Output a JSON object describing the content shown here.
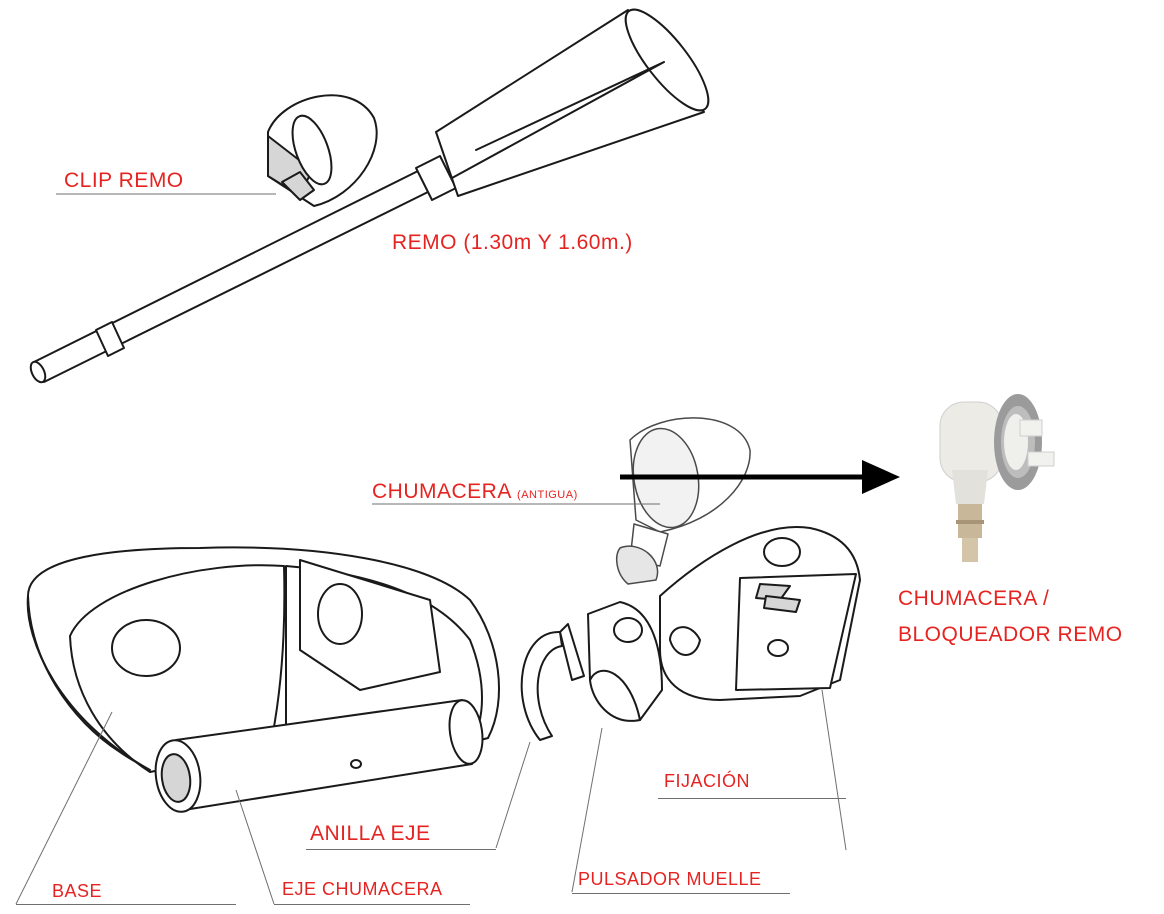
{
  "labels": {
    "clip_remo": "CLIP REMO",
    "remo": "REMO (1.30m Y 1.60m.)",
    "chumacera_antigua": "CHUMACERA",
    "chumacera_antigua_note": "(ANTIGUA)",
    "chumacera_bloqueador_line1": "CHUMACERA /",
    "chumacera_bloqueador_line2": "BLOQUEADOR REMO",
    "fijacion": "FIJACIÓN",
    "anilla_eje": "ANILLA EJE",
    "pulsador_muelle": "PULSADOR MUELLE",
    "base": "BASE",
    "eje_chumacera": "EJE CHUMACERA"
  },
  "colors": {
    "label": "#e52421",
    "line": "#1a1a1a",
    "part_fill": "#ffffff",
    "part_shade": "#d6d6d6",
    "photo_body": "#ecebe6",
    "photo_ring": "#9b9b9b",
    "photo_metal": "#c9b79a"
  }
}
